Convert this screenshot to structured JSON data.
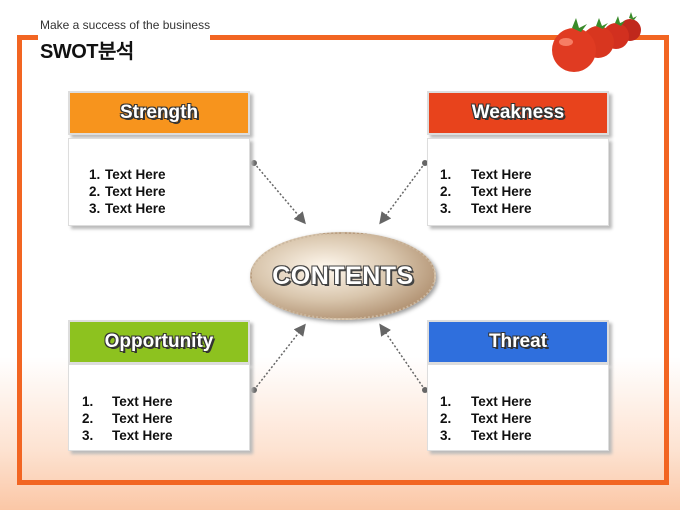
{
  "header": {
    "tagline": "Make a success of the business",
    "title": "SWOT분석"
  },
  "center": {
    "label": "CONTENTS"
  },
  "quadrants": {
    "strength": {
      "title": "Strength",
      "items": [
        {
          "num": "1.",
          "text": "Text Here"
        },
        {
          "num": "2.",
          "text": "Text Here"
        },
        {
          "num": "3.",
          "text": "Text Here"
        }
      ]
    },
    "weakness": {
      "title": "Weakness",
      "items": [
        {
          "num": "1.",
          "text": "Text Here"
        },
        {
          "num": "2.",
          "text": "Text Here"
        },
        {
          "num": "3.",
          "text": "Text Here"
        }
      ]
    },
    "opportunity": {
      "title": "Opportunity",
      "items": [
        {
          "num": "1.",
          "text": "Text Here"
        },
        {
          "num": "2.",
          "text": "Text Here"
        },
        {
          "num": "3.",
          "text": "Text Here"
        }
      ]
    },
    "threat": {
      "title": "Threat",
      "items": [
        {
          "num": "1.",
          "text": "Text Here"
        },
        {
          "num": "2.",
          "text": "Text Here"
        },
        {
          "num": "3.",
          "text": "Text Here"
        }
      ]
    }
  },
  "colors": {
    "accent": "#f26522",
    "strength": "#f7941d",
    "weakness": "#e8431c",
    "opportunity": "#8dc21f",
    "threat": "#2f6fdd"
  },
  "icons": {
    "decoration": "tomatoes-icon"
  }
}
